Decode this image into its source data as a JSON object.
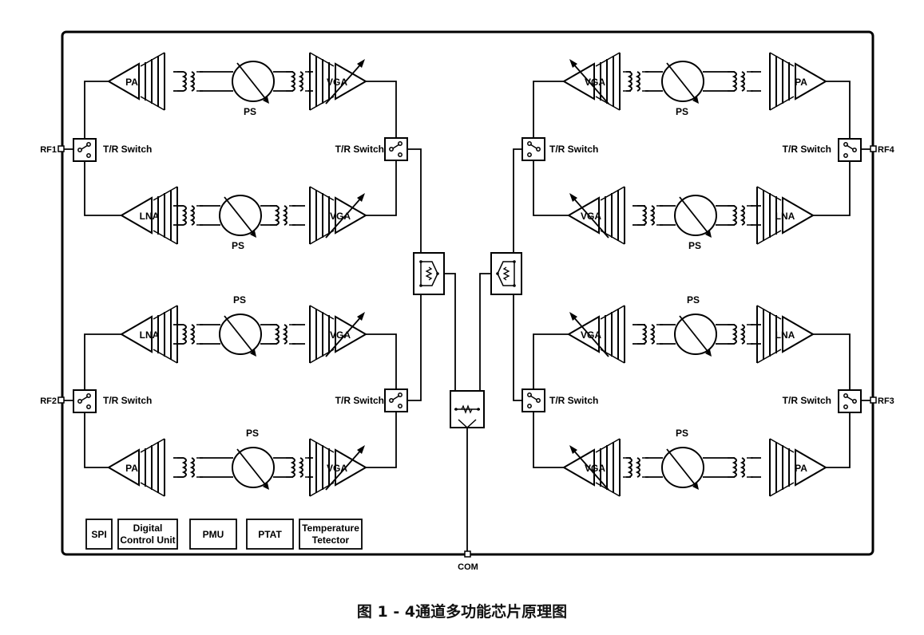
{
  "labels": {
    "pa": "PA",
    "lna": "LNA",
    "vga": "VGA",
    "ps": "PS",
    "tr_switch": "T/R Switch"
  },
  "ports": {
    "rf1": "RF1",
    "rf2": "RF2",
    "rf3": "RF3",
    "rf4": "RF4",
    "com": "COM"
  },
  "blocks": {
    "spi": "SPI",
    "dcu_line1": "Digital",
    "dcu_line2": "Control Unit",
    "pmu": "PMU",
    "ptat": "PTAT",
    "temp_line1": "Temperature",
    "temp_line2": "Tetector"
  },
  "caption": "图 1 - 4通道多功能芯片原理图",
  "colors": {
    "line": "#000000",
    "background": "#ffffff"
  }
}
